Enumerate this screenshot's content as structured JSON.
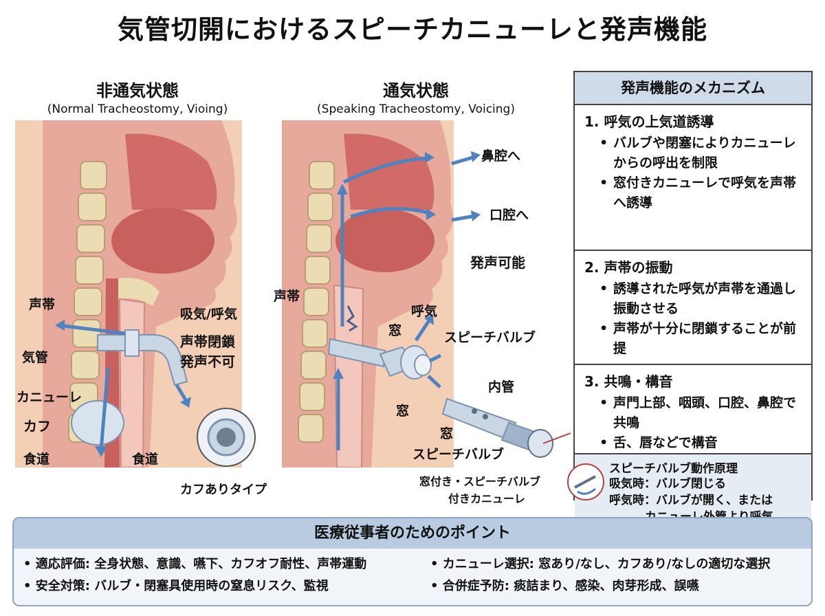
{
  "title": "気管切開におけるスピーチカニューレと発声機能",
  "left_panel": {
    "title_jp": "非通気状態",
    "title_en": "(Normal Tracheostomy, Vioing)",
    "labels": {
      "vocal_cords": "声帯",
      "trachea": "気管",
      "cannula": "カニューレ",
      "cuff": "カフ",
      "esophagus_left": "食道",
      "esophagus_right": "食道",
      "breath": "吸気/呼気",
      "closure_1": "声帯閉鎖",
      "closure_2": "発声不可",
      "cuff_type": "カフありタイプ"
    }
  },
  "middle_panel": {
    "title_jp": "通気状態",
    "title_en": "(Speaking Tracheostomy, Voicing)",
    "labels": {
      "to_nasal": "鼻腔へ",
      "to_oral": "口腔へ",
      "voicing_possible": "発声可能",
      "vocal_cords": "声帯",
      "exhale": "呼気",
      "window_top": "窓",
      "speech_valve": "スピーチバルブ",
      "window_bottom": "窓",
      "inner_tube": "内管",
      "window_detail": "窓",
      "speech_valve_detail": "スピーチバルブ",
      "caption_1": "窓付き・スピーチバルブ",
      "caption_2": "付きカニューレ"
    }
  },
  "mechanism": {
    "title": "発声機能のメカニズム",
    "sections": [
      {
        "heading": "1. 呼気の上気道誘導",
        "bullets": [
          "バルブや閉塞によりカニューレからの呼出を制限",
          "窓付きカニューレで呼気を声帯へ誘導"
        ]
      },
      {
        "heading": "2. 声帯の振動",
        "bullets": [
          "誘導された呼気が声帯を通過し振動させる",
          "声帯が十分に閉鎖することが前提"
        ]
      },
      {
        "heading": "3. 共鳴・構音",
        "bullets": [
          "声門上部、咽頭、口腔、鼻腔で共鳴",
          "舌、唇などで構音"
        ]
      }
    ],
    "valve_principle": {
      "title": "スピーチバルブ動作原理",
      "inhale": "吸気時：バルブ閉じる",
      "exhale": "呼気時：バルブが開く、または",
      "exhale_2": "カニューレ外管より呼気"
    }
  },
  "points": {
    "title": "医療従事者のためのポイント",
    "items": [
      "• 適応評価: 全身状態、意識、嚥下、カフオフ耐性、声帯運動",
      "• カニューレ選択: 窓あり/なし、カフあり/なしの適切な選択",
      "• 安全対策: バルブ・閉塞具使用時の窒息リスク、監視",
      "• 合併症予防: 痰詰まり、感染、肉芽形成、誤嚥"
    ]
  },
  "colors": {
    "skin": "#f3cfb6",
    "tissue": "#d98a86",
    "muscle": "#c8605e",
    "bone": "#ecdcb4",
    "airway": "#f4c7bd",
    "arrow": "#4f82bf",
    "device": "#c9d6e4",
    "header_bg": "#cfdbe9",
    "points_bg": "#b9cbe0"
  }
}
